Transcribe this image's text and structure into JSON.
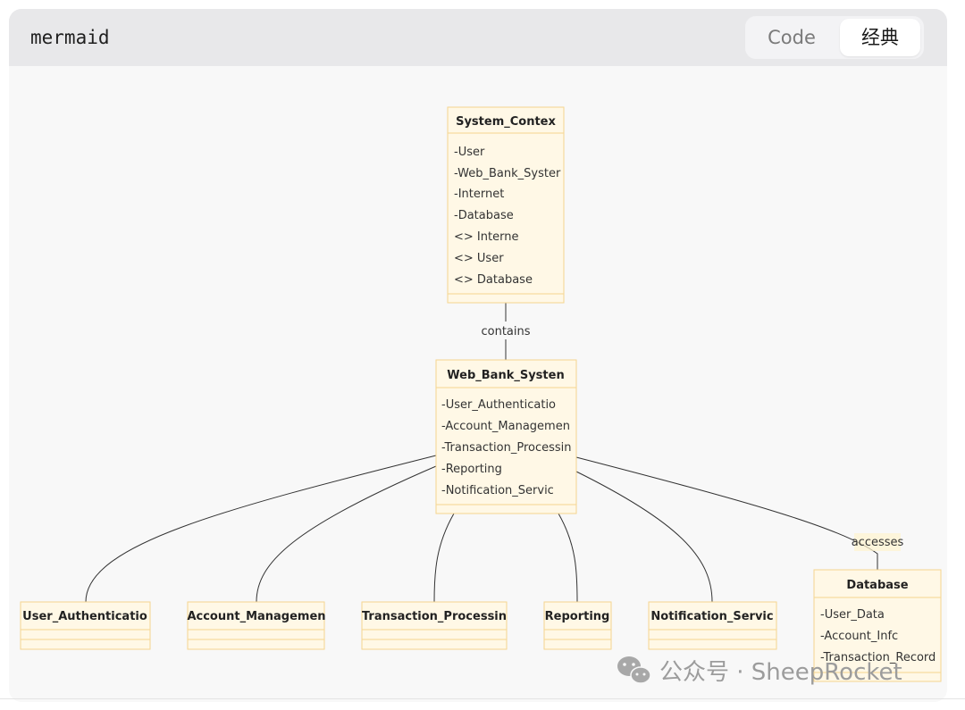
{
  "header": {
    "title": "mermaid",
    "tabs": [
      {
        "label": "Code",
        "active": false
      },
      {
        "label": "经典",
        "active": true
      }
    ]
  },
  "diagram": {
    "classes": [
      {
        "name": "System_Contex",
        "attributes": [
          "-User",
          "-Web_Bank_Syster",
          "-Internet",
          "-Database",
          "<> Interne",
          "<> User",
          "<> Database"
        ]
      },
      {
        "name": "Web_Bank_Systen",
        "attributes": [
          "-User_Authenticatio",
          "-Account_Managemen",
          "-Transaction_Processin",
          "-Reporting",
          "-Notification_Servic"
        ]
      },
      {
        "name": "User_Authenticatio",
        "attributes": []
      },
      {
        "name": "Account_Managemen",
        "attributes": []
      },
      {
        "name": "Transaction_Processin",
        "attributes": []
      },
      {
        "name": "Reporting",
        "attributes": []
      },
      {
        "name": "Notification_Servic",
        "attributes": []
      },
      {
        "name": "Database",
        "attributes": [
          "-User_Data",
          "-Account_Infc",
          "-Transaction_Record"
        ]
      }
    ],
    "relations": [
      {
        "label": "contains"
      },
      {
        "label": "accesses"
      }
    ]
  },
  "watermark": {
    "text": "公众号 · SheepRocket",
    "icon": "wechat-icon"
  },
  "colors": {
    "box_fill": "#fff8e6",
    "box_border": "#f5d58f",
    "edge": "#333333"
  }
}
